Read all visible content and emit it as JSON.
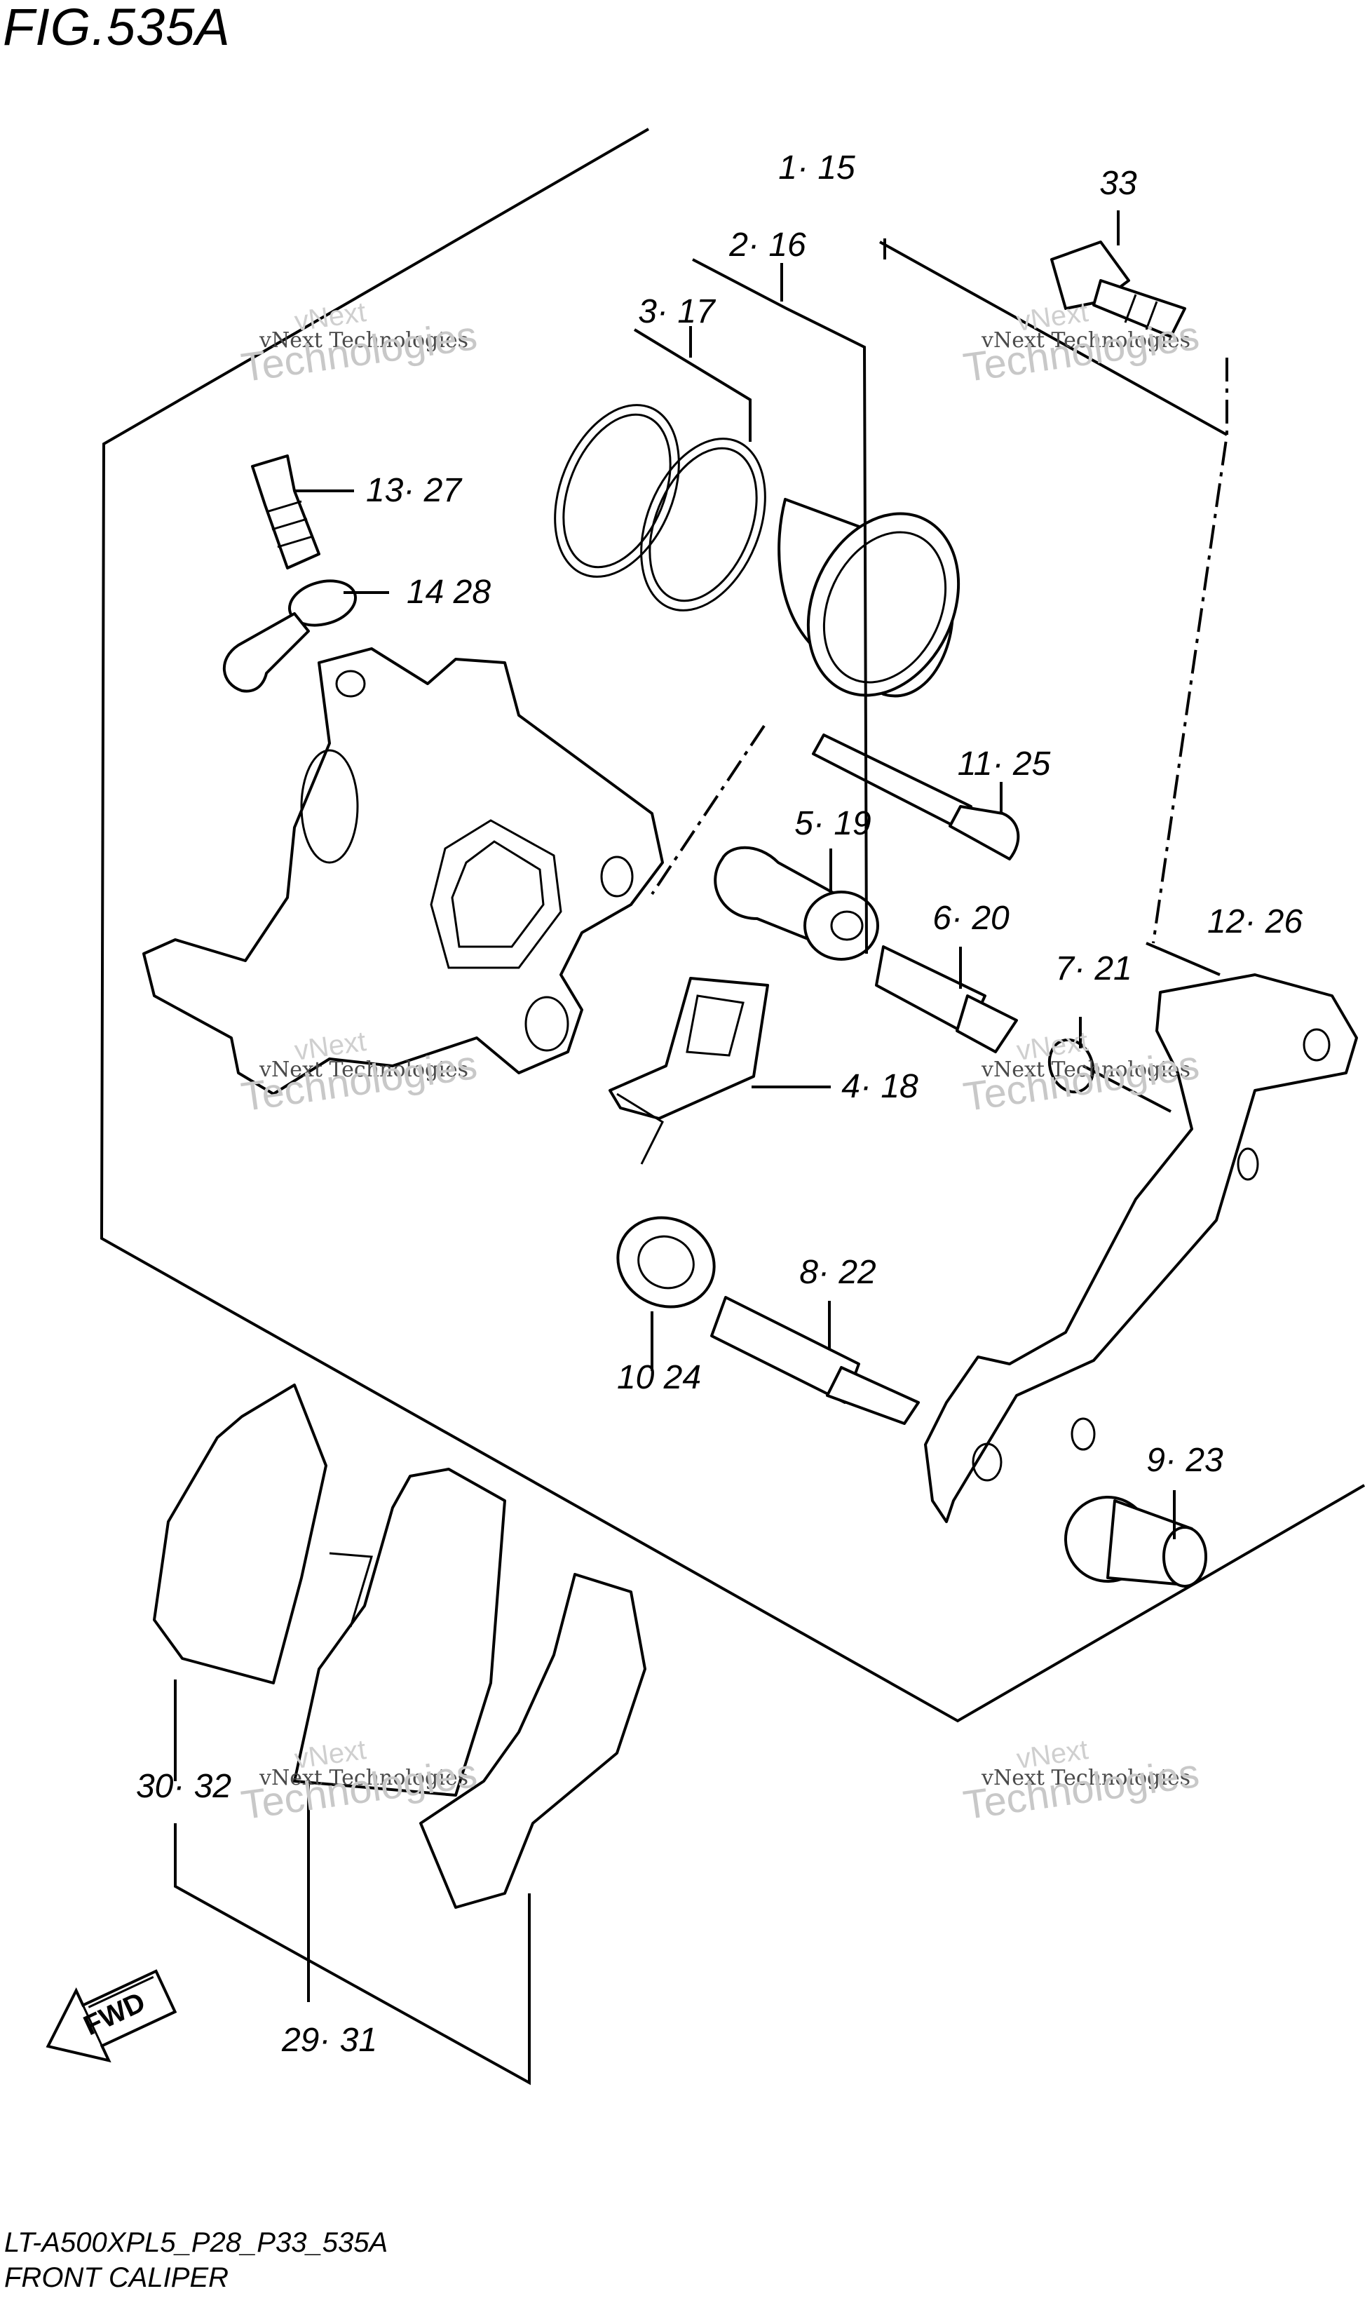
{
  "figure": {
    "title": "FIG.535A",
    "model_code": "LT-A500XPL5_P28_P33_535A",
    "section_name": "FRONT CALIPER"
  },
  "watermark": {
    "company": "vNext Technologies",
    "logo_text": "Technologies",
    "logo_small": "vNext"
  },
  "callouts": [
    {
      "id": "c-1-15",
      "text": "1· 15"
    },
    {
      "id": "c-2-16",
      "text": "2· 16"
    },
    {
      "id": "c-3-17",
      "text": "3· 17"
    },
    {
      "id": "c-33",
      "text": "33"
    },
    {
      "id": "c-13-27",
      "text": "13· 27"
    },
    {
      "id": "c-14-28",
      "text": "14 28"
    },
    {
      "id": "c-11-25",
      "text": "11· 25"
    },
    {
      "id": "c-5-19",
      "text": "5· 19"
    },
    {
      "id": "c-6-20",
      "text": "6· 20"
    },
    {
      "id": "c-12-26",
      "text": "12· 26"
    },
    {
      "id": "c-7-21",
      "text": "7· 21"
    },
    {
      "id": "c-4-18",
      "text": "4· 18"
    },
    {
      "id": "c-8-22",
      "text": "8· 22"
    },
    {
      "id": "c-10-24",
      "text": "10 24"
    },
    {
      "id": "c-9-23",
      "text": "9· 23"
    },
    {
      "id": "c-30-32",
      "text": "30· 32"
    },
    {
      "id": "c-29-31",
      "text": "29· 31"
    }
  ],
  "direction_marker": {
    "text": "FWD",
    "icon": "forward-arrow-icon"
  }
}
